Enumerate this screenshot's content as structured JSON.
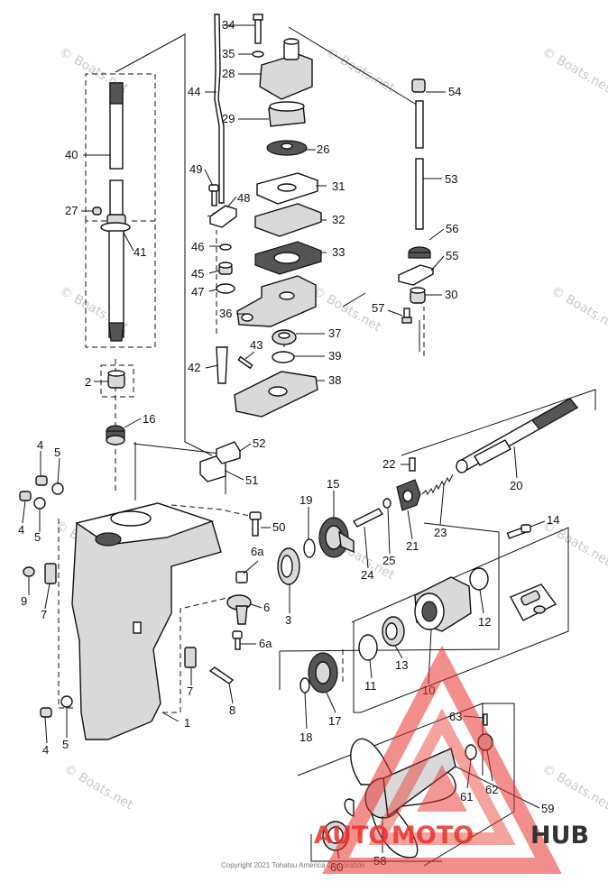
{
  "watermark": "© Boats.net",
  "copyright": "Copyright 2021 Tohatsu America Corporation",
  "logo": {
    "part1": "AUTO",
    "part2": "MOTO",
    "part3": "HUB",
    "accent": "#e8322b",
    "dark": "#333333"
  },
  "callouts": [
    "1",
    "2",
    "3",
    "4",
    "5",
    "6",
    "6a",
    "7",
    "8",
    "9",
    "10",
    "11",
    "12",
    "13",
    "14",
    "15",
    "16",
    "17",
    "18",
    "19",
    "20",
    "21",
    "22",
    "23",
    "24",
    "25",
    "26",
    "27",
    "28",
    "29",
    "30",
    "31",
    "32",
    "33",
    "34",
    "35",
    "36",
    "37",
    "38",
    "39",
    "40",
    "41",
    "42",
    "43",
    "44",
    "45",
    "46",
    "47",
    "48",
    "49",
    "50",
    "51",
    "52",
    "53",
    "54",
    "55",
    "56",
    "57",
    "58",
    "59",
    "60",
    "61",
    "62",
    "63",
    "64"
  ]
}
